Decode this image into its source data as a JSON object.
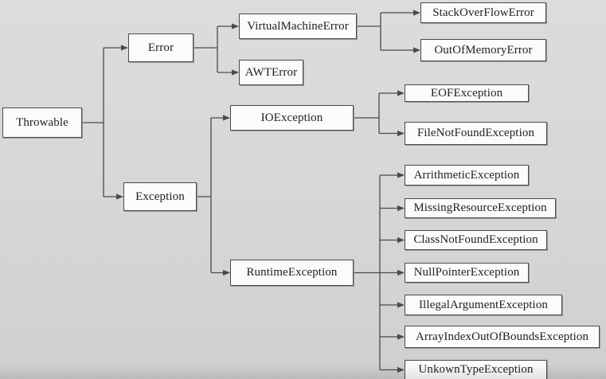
{
  "diagram": {
    "nodes": {
      "throwable": "Throwable",
      "error": "Error",
      "exception": "Exception",
      "virtual_machine_error": "VirtualMachineError",
      "awt_error": "AWTError",
      "stack_overflow_error": "StackOverFlowError",
      "out_of_memory_error": "OutOfMemoryError",
      "io_exception": "IOException",
      "runtime_exception": "RuntimeException",
      "eof_exception": "EOFException",
      "file_not_found_exception": "FileNotFoundException",
      "arithmetic_exception": "ArrithmeticException",
      "missing_resource_exception": "MissingResourceException",
      "class_not_found_exception": "ClassNotFoundException",
      "null_pointer_exception": "NullPointerException",
      "illegal_argument_exception": "IllegalArgumentException",
      "array_index_out_of_bounds_exception": "ArrayIndexOutOfBoundsException",
      "unknown_type_exception": "UnkownTypeException"
    },
    "edges": [
      [
        "throwable",
        "error"
      ],
      [
        "throwable",
        "exception"
      ],
      [
        "error",
        "virtual_machine_error"
      ],
      [
        "error",
        "awt_error"
      ],
      [
        "virtual_machine_error",
        "stack_overflow_error"
      ],
      [
        "virtual_machine_error",
        "out_of_memory_error"
      ],
      [
        "exception",
        "io_exception"
      ],
      [
        "exception",
        "runtime_exception"
      ],
      [
        "io_exception",
        "eof_exception"
      ],
      [
        "io_exception",
        "file_not_found_exception"
      ],
      [
        "runtime_exception",
        "arithmetic_exception"
      ],
      [
        "runtime_exception",
        "missing_resource_exception"
      ],
      [
        "runtime_exception",
        "class_not_found_exception"
      ],
      [
        "runtime_exception",
        "null_pointer_exception"
      ],
      [
        "runtime_exception",
        "illegal_argument_exception"
      ],
      [
        "runtime_exception",
        "array_index_out_of_bounds_exception"
      ],
      [
        "runtime_exception",
        "unknown_type_exception"
      ]
    ],
    "colors": {
      "line": "#4a4a4a",
      "box_fill": "#fbfbfb",
      "background": "#d8d8d8"
    }
  }
}
